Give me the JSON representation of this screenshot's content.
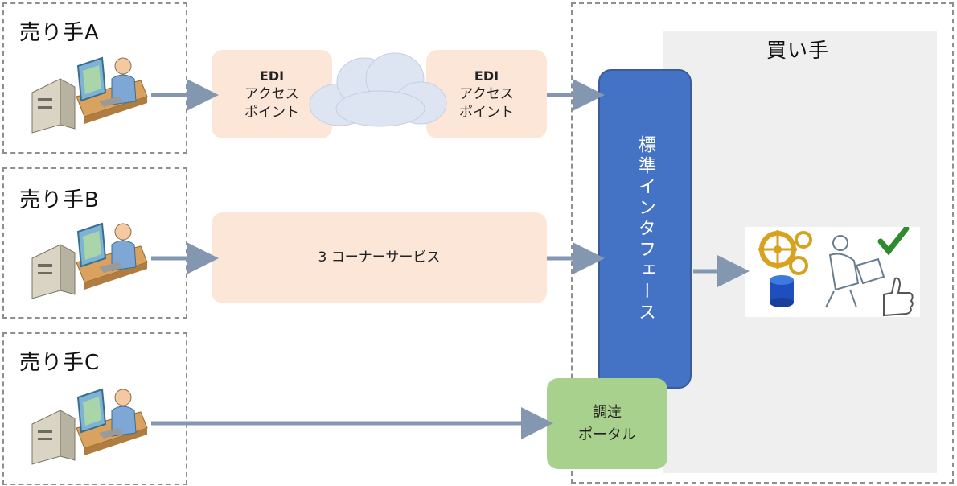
{
  "sellers": [
    {
      "label": "売り手A"
    },
    {
      "label": "売り手B"
    },
    {
      "label": "売り手C"
    }
  ],
  "access_point_left": {
    "line1": "EDI",
    "line2": "アクセス",
    "line3": "ポイント"
  },
  "access_point_right": {
    "line1": "EDI",
    "line2": "アクセス",
    "line3": "ポイント"
  },
  "three_corner": {
    "label": "3 コーナーサービス"
  },
  "buyer": {
    "label": "買い手"
  },
  "standard_interface": {
    "label": "標準インタフェース"
  },
  "portal": {
    "line1": "調達",
    "line2": "ポータル"
  },
  "colors": {
    "arrow": "#8497b0",
    "interface": "#4472c4",
    "portal": "#a9d18e",
    "peach": "#fbe6d8",
    "cloud": "#dde5f3",
    "buyer_panel": "#efefef"
  },
  "icons": [
    "workstation-user-icon",
    "cloud-icon",
    "gear-icon",
    "database-icon",
    "checkmark-icon",
    "thumbs-up-icon"
  ]
}
